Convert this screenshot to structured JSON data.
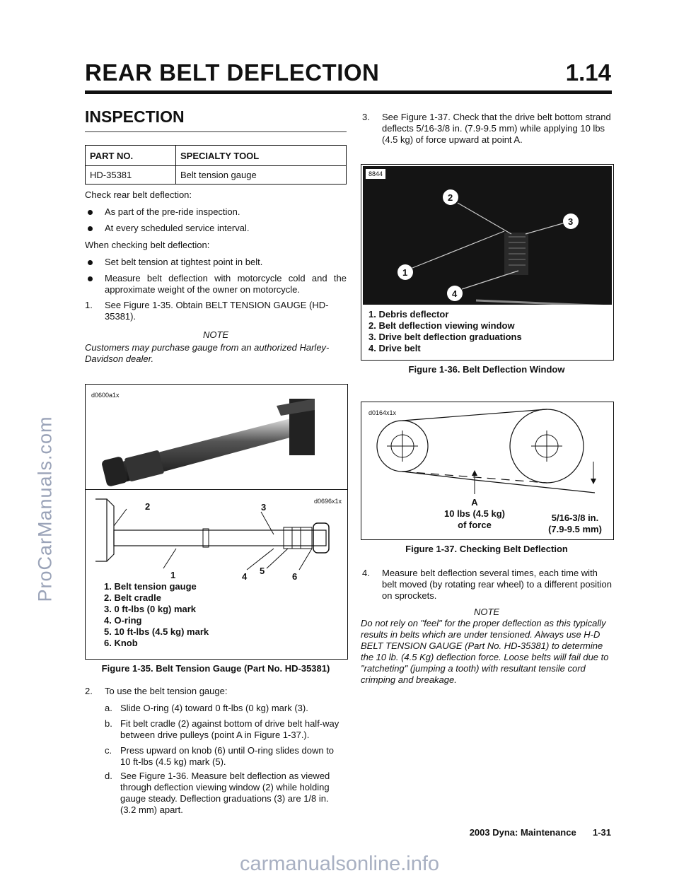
{
  "header": {
    "title": "REAR BELT DEFLECTION",
    "section_number": "1.14"
  },
  "inspection": {
    "heading": "INSPECTION",
    "tool_table": {
      "headers": [
        "PART NO.",
        "SPECIALTY TOOL"
      ],
      "rows": [
        [
          "HD-35381",
          "Belt tension gauge"
        ]
      ]
    },
    "check_intro": "Check rear belt deflection:",
    "check_bullets": [
      "As part of the pre-ride inspection.",
      "At every scheduled service interval."
    ],
    "when_intro": "When checking belt deflection:",
    "when_bullets": [
      "Set belt tension at tightest point in belt.",
      "Measure belt deflection with motorcycle cold and the approximate weight of the owner on motorcycle."
    ],
    "step1_num": "1.",
    "step1": "See Figure 1-35. Obtain BELT TENSION GAUGE (HD-35381).",
    "note1_label": "NOTE",
    "note1": "Customers may purchase gauge from an authorized Harley-Davidson dealer."
  },
  "fig135": {
    "id_top": "d0600a1x",
    "id_bottom": "d0696x1x",
    "callouts": [
      "1",
      "2",
      "3",
      "4",
      "5",
      "6"
    ],
    "legend": [
      "1.  Belt tension gauge",
      "2.  Belt cradle",
      "3.  0 ft-lbs (0 kg) mark",
      "4.  O-ring",
      "5.  10 ft-lbs (4.5 kg) mark",
      "6.  Knob"
    ],
    "caption": "Figure 1-35. Belt Tension Gauge (Part No. HD-35381)"
  },
  "step2": {
    "num": "2.",
    "intro": "To use the belt tension gauge:",
    "items": [
      {
        "letter": "a.",
        "text": "Slide O-ring (4) toward 0 ft-lbs (0 kg) mark (3)."
      },
      {
        "letter": "b.",
        "text": "Fit belt cradle (2) against bottom of drive belt half-way between drive pulleys (point A in Figure 1-37.)."
      },
      {
        "letter": "c.",
        "text": "Press upward on knob (6) until O-ring slides down to 10 ft-lbs (4.5 kg) mark (5)."
      },
      {
        "letter": "d.",
        "text": "See Figure 1-36. Measure belt deflection as viewed through deflection viewing window (2) while holding gauge steady. Deflection graduations (3) are 1/8 in. (3.2 mm) apart."
      }
    ]
  },
  "step3": {
    "num": "3.",
    "text": "See Figure 1-37. Check that the drive belt bottom strand deflects 5/16-3/8 in. (7.9-9.5 mm) while applying 10 lbs (4.5 kg) of force upward at point A."
  },
  "fig136": {
    "id": "8844",
    "callouts": [
      "1",
      "2",
      "3",
      "4"
    ],
    "legend": [
      "1.  Debris deflector",
      "2.  Belt deflection viewing window",
      "3.  Drive belt deflection graduations",
      "4.  Drive belt"
    ],
    "caption": "Figure 1-36. Belt Deflection Window"
  },
  "fig137": {
    "id": "d0164x1x",
    "point": "A",
    "force": "10 lbs (4.5 kg)",
    "force2": "of force",
    "deflection": "5/16-3/8 in.",
    "deflection_mm": "(7.9-9.5 mm)",
    "caption": "Figure 1-37. Checking Belt Deflection"
  },
  "step4": {
    "num": "4.",
    "text": "Measure belt deflection several times, each time with belt moved (by rotating rear wheel) to a different position on sprockets.",
    "note_label": "NOTE",
    "note": "Do not rely on \"feel\" for the proper deflection as this typically results in belts which are under tensioned. Always use H-D BELT TENSION GAUGE (Part No. HD-35381) to determine the 10 lb. (4.5 Kg) deflection force. Loose belts will fail due to \"ratcheting\" (jumping a tooth) with resultant tensile cord crimping and breakage."
  },
  "footer": {
    "text": "2003 Dyna: Maintenance",
    "page": "1-31"
  },
  "watermarks": {
    "side": "ProCarManuals.com",
    "bottom": "carmanualsonline.info"
  }
}
